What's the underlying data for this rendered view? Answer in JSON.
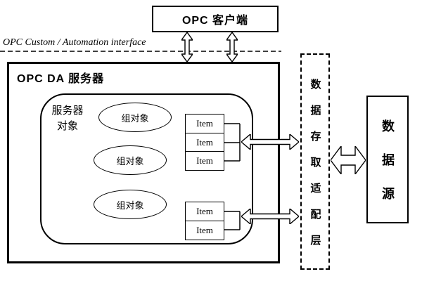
{
  "client": {
    "label": "OPC 客户端"
  },
  "interface": {
    "label": "OPC Custom / Automation interface"
  },
  "server": {
    "title": "OPC DA 服务器",
    "object_label_line1": "服务器",
    "object_label_line2": "对象",
    "groups": [
      "组对象",
      "组对象",
      "组对象"
    ],
    "item_stacks": [
      [
        "Item",
        "Item",
        "Item"
      ],
      [
        "Item",
        "Item"
      ]
    ]
  },
  "adapter": {
    "label": "数据存取适配层"
  },
  "datasource": {
    "label": "数据源"
  },
  "colors": {
    "line": "#000000",
    "background": "#ffffff"
  }
}
